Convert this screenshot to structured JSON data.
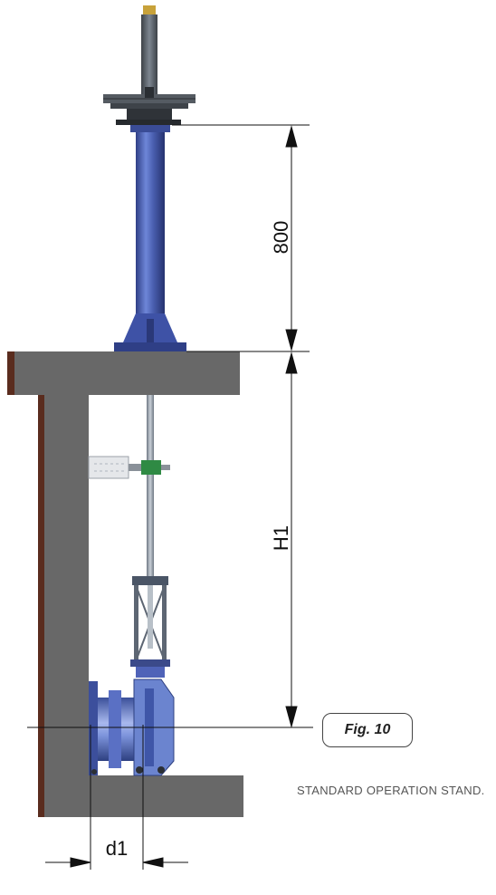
{
  "figure": {
    "label": "Fig. 10",
    "caption": "STANDARD OPERATION STAND."
  },
  "dimensions": {
    "stand_height": "800",
    "h1": "H1",
    "d1": "d1"
  },
  "colors": {
    "concrete": "#686868",
    "concrete_edge": "#5a2c1e",
    "steel_blue": "#4a5fb0",
    "valve_blue": "#6b84cf",
    "stem_grey": "#9aa3ad",
    "guide_green": "#2f8a44",
    "dimension_line": "#111111"
  }
}
